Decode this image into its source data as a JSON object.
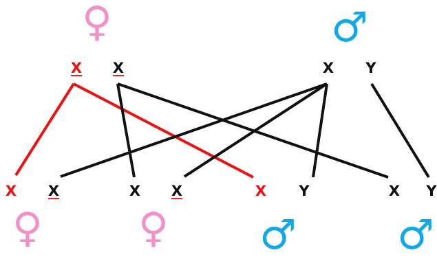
{
  "colors": {
    "female": "#f48fc8",
    "male": "#12a8e8",
    "highlight": "#ee1111",
    "line": "#111111"
  },
  "parents": {
    "mother": {
      "symbol": "♀",
      "icon": "female-symbol-icon",
      "chromosomes": [
        "X",
        "X"
      ]
    },
    "father": {
      "symbol": "♂",
      "icon": "male-symbol-icon",
      "chromosomes": [
        "X",
        "Y"
      ]
    }
  },
  "offspring": [
    {
      "symbol": "♀",
      "icon": "female-symbol-icon",
      "chromosomes": [
        "X",
        "X"
      ]
    },
    {
      "symbol": "♀",
      "icon": "female-symbol-icon",
      "chromosomes": [
        "X",
        "X"
      ]
    },
    {
      "symbol": "♂",
      "icon": "male-symbol-icon",
      "chromosomes": [
        "X",
        "Y"
      ]
    },
    {
      "symbol": "♂",
      "icon": "male-symbol-icon",
      "chromosomes": [
        "X",
        "Y"
      ]
    }
  ]
}
